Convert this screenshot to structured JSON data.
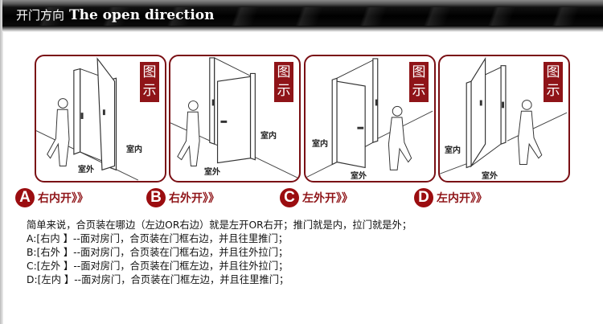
{
  "header": {
    "title_cn": "开门方向",
    "title_en": "The open direction"
  },
  "panels": [
    {
      "badge": "图示",
      "inside_label": "室内",
      "outside_label": "室外",
      "letter": "A",
      "caption": "右内开》》"
    },
    {
      "badge": "图示",
      "inside_label": "室内",
      "outside_label": "室外",
      "letter": "B",
      "caption": "右外开》》"
    },
    {
      "badge": "图示",
      "inside_label": "室内",
      "outside_label": "室外",
      "letter": "C",
      "caption": "左外开》》"
    },
    {
      "badge": "图示",
      "inside_label": "室内",
      "outside_label": "室外",
      "letter": "D",
      "caption": "左内开》》"
    }
  ],
  "description": {
    "intro": "简单来说，合页装在哪边（左边OR右边）就是左开OR右开；推门就是内，拉门就是外；",
    "lines": [
      "A:[右内 】--面对房门，合页装在门框右边，并且往里推门；",
      "B:[右外 】--面对房门，合页装在门框右边，并且往外拉门；",
      "C:[左外 】--面对房门，合页装在门框左边，并且往外拉门；",
      "D:[左内 】--面对房门，合页装在门框左边，并且往里推门；"
    ]
  },
  "colors": {
    "accent": "#8f1418",
    "header_bg": "#000000"
  }
}
